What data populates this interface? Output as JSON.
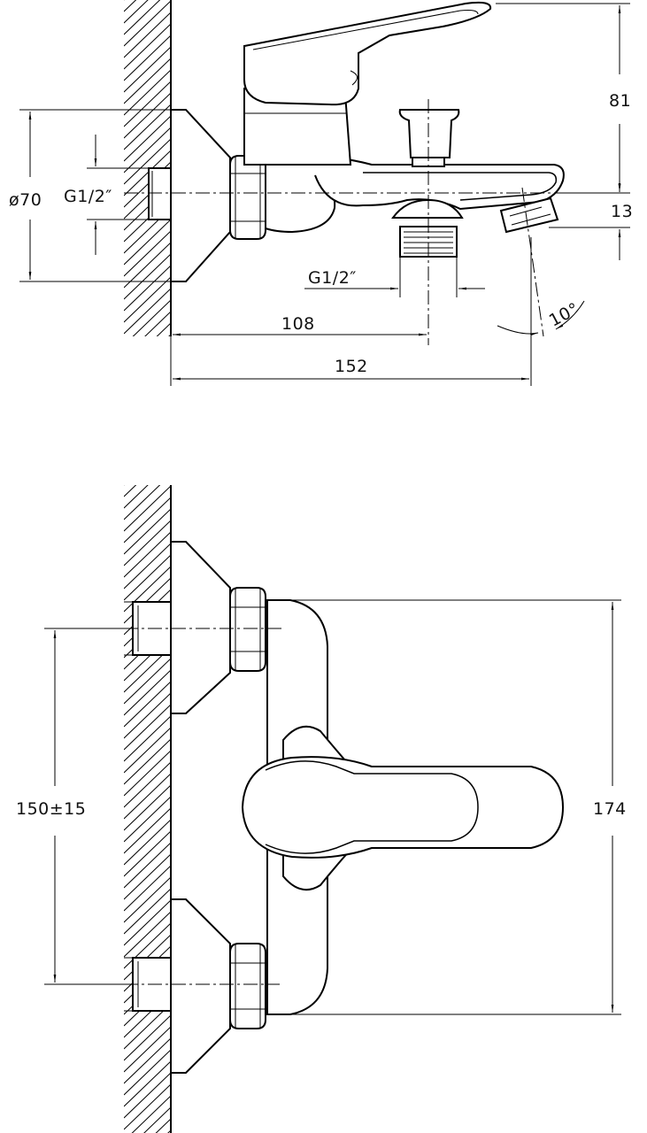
{
  "side_view": {
    "dim_height_top": "81",
    "dim_height_spout": "13",
    "dim_diameter": "ø70",
    "dim_thread_inlet": "G1/2″",
    "dim_thread_outlet": "G1/2″",
    "dim_length_outlet": "108",
    "dim_length_total": "152",
    "dim_angle": "10°"
  },
  "front_view": {
    "dim_center_distance": "150±15",
    "dim_height_body": "174"
  }
}
